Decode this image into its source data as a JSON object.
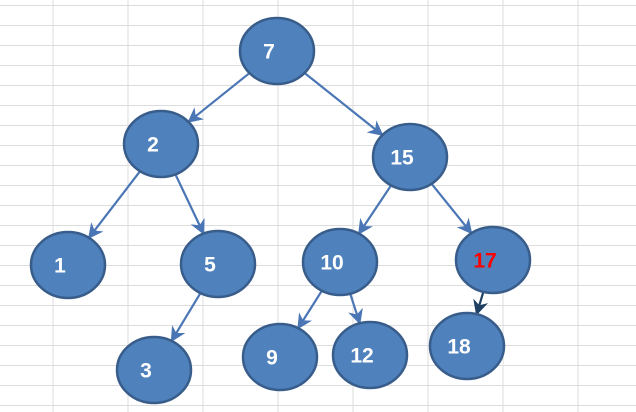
{
  "diagram": {
    "type": "binary-tree",
    "nodes": [
      {
        "id": "n7",
        "label": "7"
      },
      {
        "id": "n2",
        "label": "2"
      },
      {
        "id": "n15",
        "label": "15"
      },
      {
        "id": "n1",
        "label": "1"
      },
      {
        "id": "n5",
        "label": "5"
      },
      {
        "id": "n10",
        "label": "10"
      },
      {
        "id": "n17",
        "label": "17",
        "highlight": true
      },
      {
        "id": "n3",
        "label": "3"
      },
      {
        "id": "n9",
        "label": "9"
      },
      {
        "id": "n12",
        "label": "12"
      },
      {
        "id": "n18",
        "label": "18"
      }
    ],
    "edges": [
      {
        "from": "n7",
        "to": "n2"
      },
      {
        "from": "n7",
        "to": "n15"
      },
      {
        "from": "n2",
        "to": "n1"
      },
      {
        "from": "n2",
        "to": "n5"
      },
      {
        "from": "n15",
        "to": "n10"
      },
      {
        "from": "n15",
        "to": "n17"
      },
      {
        "from": "n5",
        "to": "n3"
      },
      {
        "from": "n10",
        "to": "n9"
      },
      {
        "from": "n10",
        "to": "n12"
      },
      {
        "from": "n17",
        "to": "n18",
        "dark": true
      }
    ],
    "colors": {
      "node_fill": "#4f81bd",
      "node_stroke": "#385d8a",
      "edge": "#4a76b5",
      "edge_dark": "#1f3f63",
      "label": "#ffffff",
      "highlight_label": "#ff0000",
      "gridline": "#dcdcdc"
    }
  }
}
